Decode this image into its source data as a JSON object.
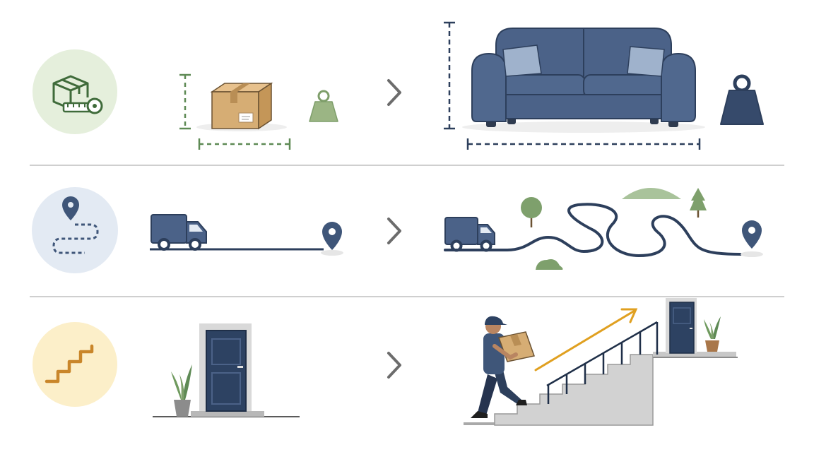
{
  "colors": {
    "navy": "#3f5679",
    "navy_dark": "#2d3f5c",
    "green": "#5e8a55",
    "green_light": "#e5efdc",
    "blue_light": "#e3eaf3",
    "yellow_light": "#fcefc9",
    "orange": "#d9982c",
    "cardboard": "#d6ad74",
    "gray_line": "#cfcfcf",
    "chevron": "#6c6c6c"
  },
  "rows": [
    {
      "id": "size-weight",
      "icon": "box-with-tape-measure-icon",
      "left": "small-box-with-dimensions-and-light-weight",
      "right": "large-sofa-with-dimensions-and-heavy-weight"
    },
    {
      "id": "distance-route",
      "icon": "map-pin-route-icon",
      "left": "truck-straight-short-route",
      "right": "truck-winding-long-route"
    },
    {
      "id": "stairs-access",
      "icon": "stairs-icon",
      "left": "ground-level-door",
      "right": "mover-carrying-box-up-stairs"
    }
  ]
}
